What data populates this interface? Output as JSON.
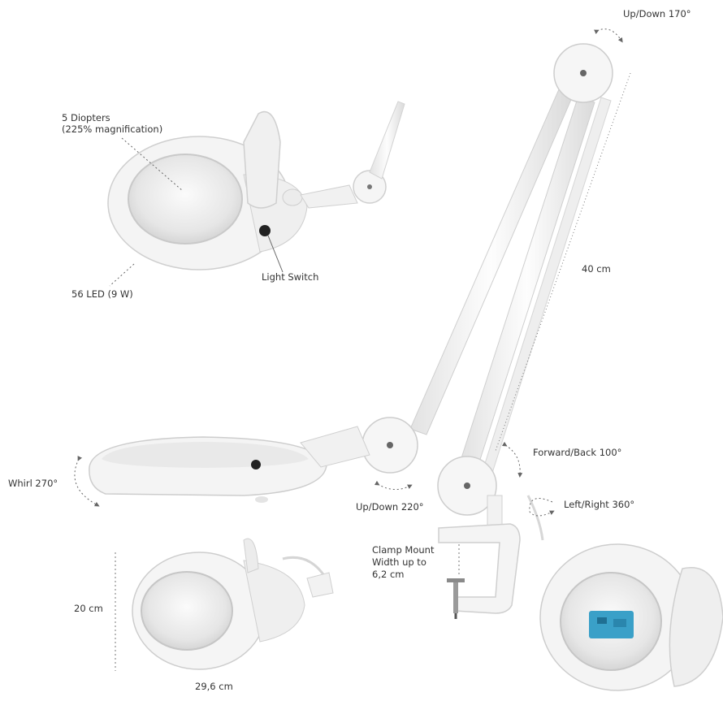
{
  "labels": {
    "diopters_line1": "5 Diopters",
    "diopters_line2": "(225% magnification)",
    "light_switch": "Light Switch",
    "led": "56 LED (9 W)",
    "updown_top": "Up/Down 170°",
    "arm_length": "40 cm",
    "whirl": "Whirl 270°",
    "forward_back": "Forward/Back 100°",
    "updown_mid": "Up/Down 220°",
    "left_right": "Left/Right 360°",
    "clamp_line1": "Clamp Mount",
    "clamp_line2": "Width up to",
    "clamp_line3": "6,2 cm",
    "height": "20 cm",
    "width": "29,6 cm"
  },
  "colors": {
    "body": "#f3f3f3",
    "shade": "#d9d9d9",
    "outline": "#c8c8c8",
    "text": "#333333",
    "accent_board": "#3aa0c8"
  }
}
